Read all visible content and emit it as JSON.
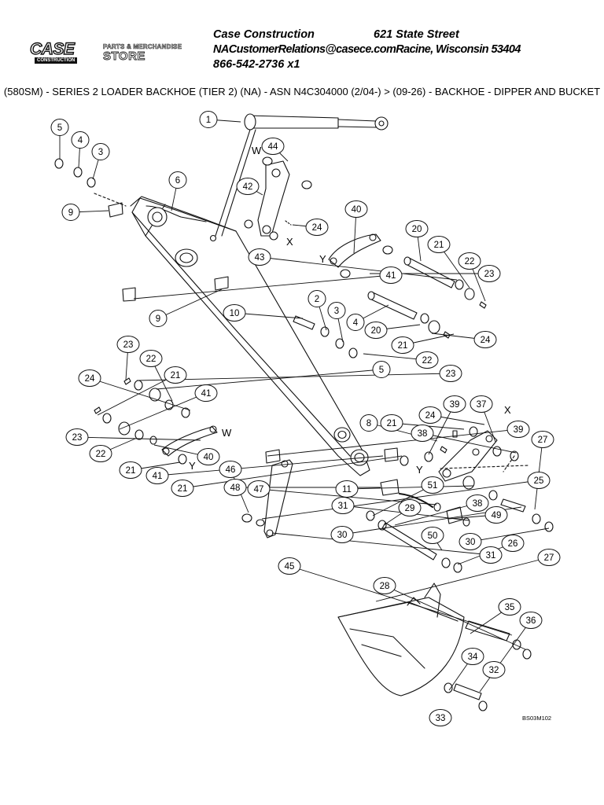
{
  "header": {
    "company": "Case Construction",
    "street": "621 State Street",
    "email_city": "NACustomerRelations@casece.comRacine, Wisconsin 53404",
    "phone": "866-542-2736 x1",
    "logo": {
      "wordmark": "CASE",
      "sub": "CONSTRUCTION"
    },
    "store_logo": {
      "line1": "PARTS & MERCHANDISE",
      "line2": "STORE"
    }
  },
  "title": "(580SM) - SERIES 2 LOADER BACKHOE (TIER 2) (NA) - ASN N4C304000 (2/04-) > (09-26) - BACKHOE - DIPPER AND BUCKET",
  "callouts": [
    {
      "label": "1"
    },
    {
      "label": "5"
    },
    {
      "label": "4"
    },
    {
      "label": "3"
    },
    {
      "label": "44"
    },
    {
      "label": "6"
    },
    {
      "label": "42"
    },
    {
      "label": "9"
    },
    {
      "label": "24"
    },
    {
      "label": "40"
    },
    {
      "label": "20"
    },
    {
      "label": "43"
    },
    {
      "label": "21"
    },
    {
      "label": "22"
    },
    {
      "label": "23"
    },
    {
      "label": "41"
    },
    {
      "label": "9"
    },
    {
      "label": "10"
    },
    {
      "label": "2"
    },
    {
      "label": "3"
    },
    {
      "label": "4"
    },
    {
      "label": "20"
    },
    {
      "label": "21"
    },
    {
      "label": "24"
    },
    {
      "label": "22"
    },
    {
      "label": "23"
    },
    {
      "label": "5"
    },
    {
      "label": "23"
    },
    {
      "label": "22"
    },
    {
      "label": "24"
    },
    {
      "label": "21"
    },
    {
      "label": "41"
    },
    {
      "label": "23"
    },
    {
      "label": "22"
    },
    {
      "label": "40"
    },
    {
      "label": "21"
    },
    {
      "label": "41"
    },
    {
      "label": "21"
    },
    {
      "label": "8"
    },
    {
      "label": "21"
    },
    {
      "label": "24"
    },
    {
      "label": "39"
    },
    {
      "label": "37"
    },
    {
      "label": "38"
    },
    {
      "label": "39"
    },
    {
      "label": "27"
    },
    {
      "label": "46"
    },
    {
      "label": "25"
    },
    {
      "label": "48"
    },
    {
      "label": "47"
    },
    {
      "label": "11"
    },
    {
      "label": "51"
    },
    {
      "label": "38"
    },
    {
      "label": "31"
    },
    {
      "label": "29"
    },
    {
      "label": "49"
    },
    {
      "label": "30"
    },
    {
      "label": "50"
    },
    {
      "label": "26"
    },
    {
      "label": "30"
    },
    {
      "label": "31"
    },
    {
      "label": "27"
    },
    {
      "label": "45"
    },
    {
      "label": "28"
    },
    {
      "label": "35"
    },
    {
      "label": "36"
    },
    {
      "label": "34"
    },
    {
      "label": "32"
    },
    {
      "label": "33"
    }
  ],
  "letters": [
    {
      "label": "W"
    },
    {
      "label": "X"
    },
    {
      "label": "Y"
    },
    {
      "label": "W"
    },
    {
      "label": "Y"
    },
    {
      "label": "Y"
    },
    {
      "label": "X"
    }
  ],
  "drawing_ref": "BS03M102"
}
